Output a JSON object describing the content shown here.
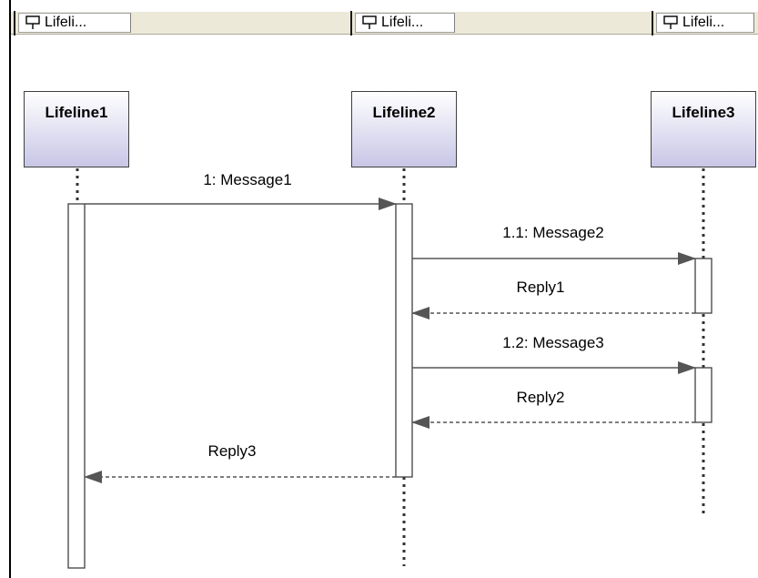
{
  "tabs": [
    {
      "label": "Lifeli..."
    },
    {
      "label": "Lifeli..."
    },
    {
      "label": "Lifeli..."
    }
  ],
  "lifelines": [
    {
      "name": "Lifeline1"
    },
    {
      "name": "Lifeline2"
    },
    {
      "name": "Lifeline3"
    }
  ],
  "messages": [
    {
      "label": "1: Message1",
      "from": "Lifeline1",
      "to": "Lifeline2",
      "kind": "call"
    },
    {
      "label": "1.1: Message2",
      "from": "Lifeline2",
      "to": "Lifeline3",
      "kind": "call"
    },
    {
      "label": "Reply1",
      "from": "Lifeline3",
      "to": "Lifeline2",
      "kind": "reply"
    },
    {
      "label": "1.2: Message3",
      "from": "Lifeline2",
      "to": "Lifeline3",
      "kind": "call"
    },
    {
      "label": "Reply2",
      "from": "Lifeline3",
      "to": "Lifeline2",
      "kind": "reply"
    },
    {
      "label": "Reply3",
      "from": "Lifeline2",
      "to": "Lifeline1",
      "kind": "reply"
    }
  ],
  "colors": {
    "line": "#555555",
    "header_gradient_end": "#c8c6e6",
    "toolbar": "#ece9d8"
  }
}
